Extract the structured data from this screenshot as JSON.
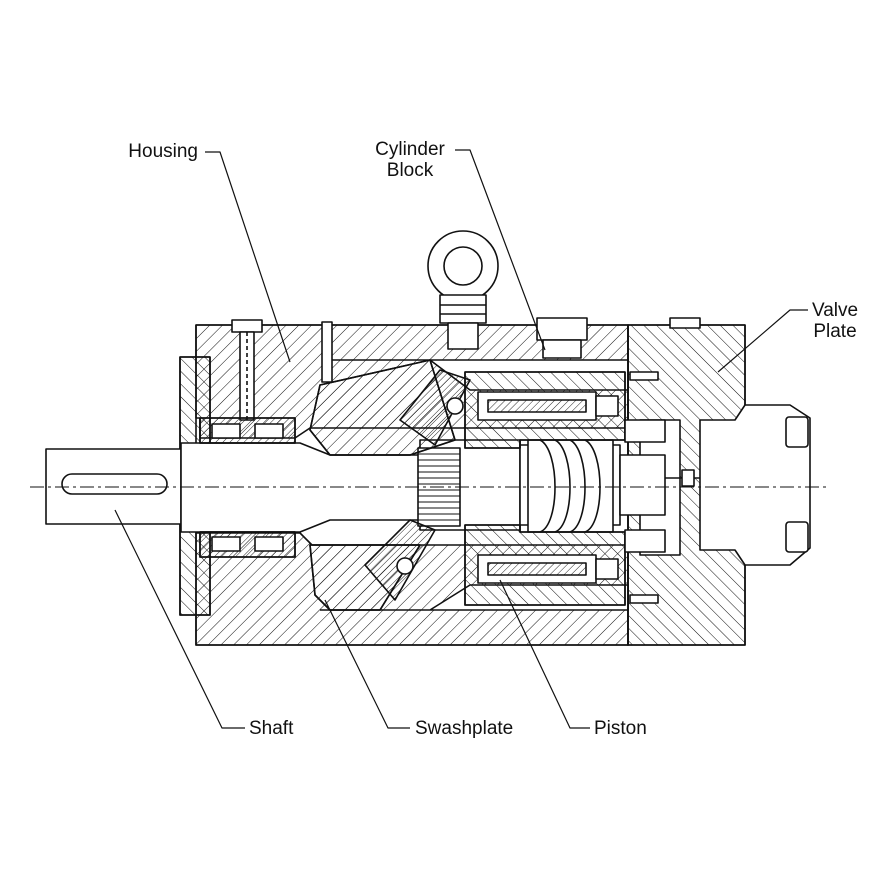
{
  "labels": {
    "housing": "Housing",
    "cylinder_block_1": "Cylinder",
    "cylinder_block_2": "Block",
    "valve_plate_1": "Valve",
    "valve_plate_2": "Plate",
    "shaft": "Shaft",
    "swashplate": "Swashplate",
    "piston": "Piston"
  },
  "colors": {
    "line": "#111111",
    "background": "#ffffff"
  }
}
